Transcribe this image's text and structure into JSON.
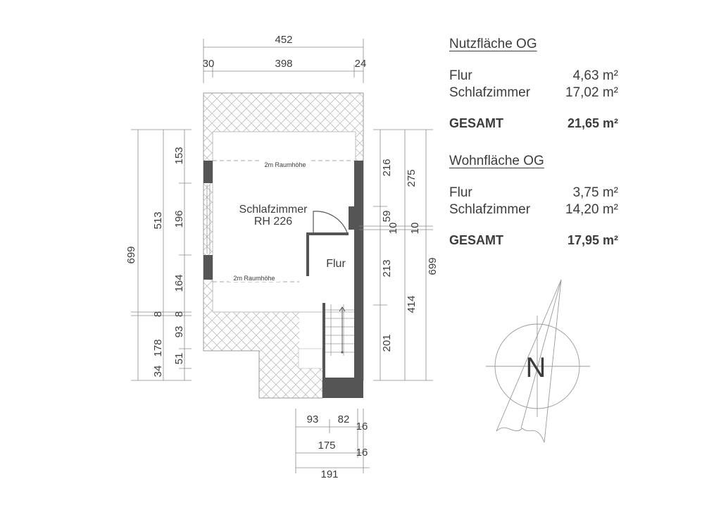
{
  "dims": {
    "top_total": "452",
    "top_left": "30",
    "top_mid": "398",
    "top_right": "24",
    "left_outer": "699",
    "left_mid": "513",
    "left_8a": "8",
    "left_178": "178",
    "left_34": "34",
    "left_153": "153",
    "left_196": "196",
    "left_164": "164",
    "left_8b": "8",
    "left_93": "93",
    "left_51": "51",
    "right_216": "216",
    "right_59": "59",
    "right_10a": "10",
    "right_213": "213",
    "right_201": "201",
    "right_275": "275",
    "right_10b": "10",
    "right_414": "414",
    "right_outer": "699",
    "bottom_93": "93",
    "bottom_82": "82",
    "bottom_16a": "16",
    "bottom_175": "175",
    "bottom_16b": "16",
    "bottom_191": "191"
  },
  "rooms": {
    "bedroom_name": "Schlafzimmer",
    "bedroom_height": "RH 226",
    "hall_name": "Flur",
    "height_line_top": "2m Raumhöhe",
    "height_line_bottom": "2m Raumhöhe"
  },
  "compass": {
    "label": "N"
  },
  "nutz": {
    "title": "Nutzfläche OG",
    "rows": [
      {
        "name": "Flur",
        "value": "4,63 m²"
      },
      {
        "name": "Schlafzimmer",
        "value": "17,02 m²"
      }
    ],
    "total_label": "GESAMT",
    "total_value": "21,65 m²"
  },
  "wohn": {
    "title": "Wohnfläche OG",
    "rows": [
      {
        "name": "Flur",
        "value": "3,75 m²"
      },
      {
        "name": "Schlafzimmer",
        "value": "14,20 m²"
      }
    ],
    "total_label": "GESAMT",
    "total_value": "17,95 m²"
  }
}
